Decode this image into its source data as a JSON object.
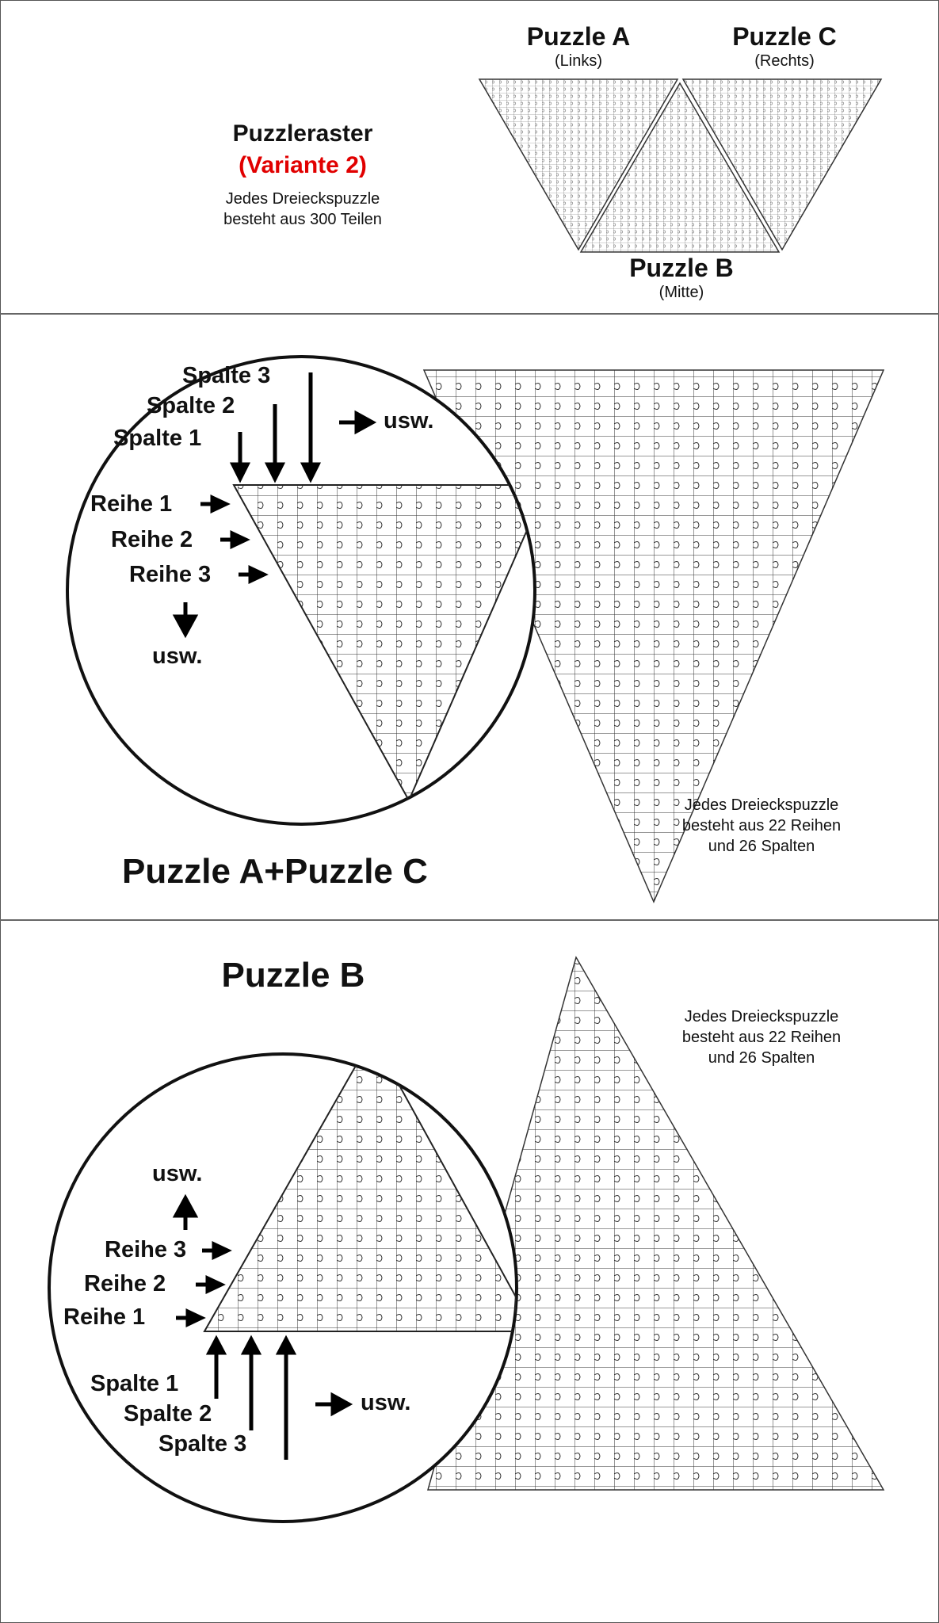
{
  "overview": {
    "title": "Puzzleraster",
    "variant": "(Variante 2)",
    "variant_color": "#e10000",
    "description_line1": "Jedes Dreieckspuzzle",
    "description_line2": "besteht aus 300 Teilen",
    "puzzle_a": {
      "name": "Puzzle A",
      "position": "(Links)"
    },
    "puzzle_c": {
      "name": "Puzzle C",
      "position": "(Rechts)"
    },
    "puzzle_b": {
      "name": "Puzzle B",
      "position": "(Mitte)"
    }
  },
  "section_ac": {
    "caption": "Puzzle A+Puzzle C",
    "columns": [
      "Spalte 1",
      "Spalte 2",
      "Spalte 3"
    ],
    "rows": [
      "Reihe 1",
      "Reihe 2",
      "Reihe 3"
    ],
    "etc_right": "usw.",
    "etc_down": "usw.",
    "info_line1": "Jedes Dreieckspuzzle",
    "info_line2": "besteht aus 22 Reihen",
    "info_line3": "und 26 Spalten"
  },
  "section_b": {
    "caption": "Puzzle B",
    "columns": [
      "Spalte 1",
      "Spalte 2",
      "Spalte 3"
    ],
    "rows": [
      "Reihe 1",
      "Reihe 2",
      "Reihe 3"
    ],
    "etc_right": "usw.",
    "etc_up": "usw.",
    "info_line1": "Jedes Dreieckspuzzle",
    "info_line2": "besteht aus 22 Reihen",
    "info_line3": "und 26 Spalten"
  },
  "grid": {
    "rows": 22,
    "columns": 26,
    "pieces": 300
  },
  "icons": [
    "arrow-down-icon",
    "arrow-right-icon",
    "arrow-up-icon",
    "magnifier-circle-icon"
  ]
}
